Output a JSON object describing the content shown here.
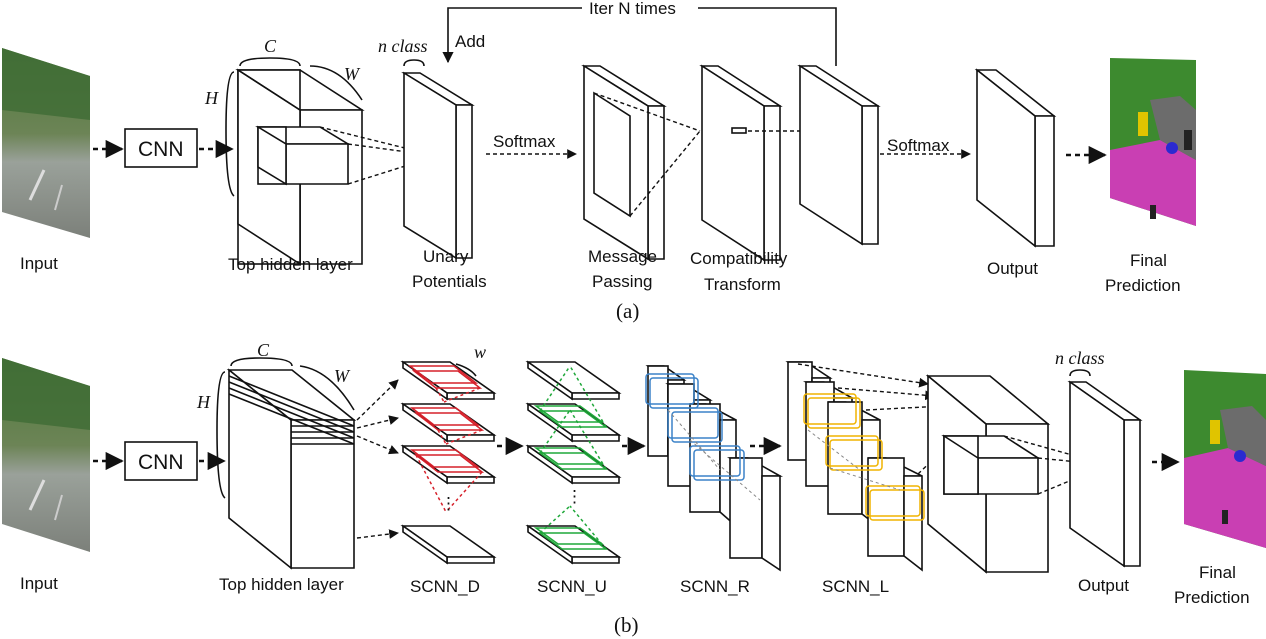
{
  "panel_a": {
    "caption": "(a)",
    "input_label": "Input",
    "cnn_label": "CNN",
    "dim_c": "C",
    "dim_h": "H",
    "dim_w": "W",
    "top_hidden_label": "Top hidden layer",
    "nclass_label": "n class",
    "add_label": "Add",
    "iter_label": "Iter N times",
    "unary_label_1": "Unary",
    "unary_label_2": "Potentials",
    "softmax_1": "Softmax",
    "message_label_1": "Message",
    "message_label_2": "Passing",
    "compat_label_1": "Compatibility",
    "compat_label_2": "Transform",
    "softmax_2": "Softmax",
    "output_label": "Output",
    "final_label_1": "Final",
    "final_label_2": "Prediction"
  },
  "panel_b": {
    "caption": "(b)",
    "input_label": "Input",
    "cnn_label": "CNN",
    "dim_c": "C",
    "dim_h": "H",
    "dim_w": "W",
    "dim_w_small": "w",
    "top_hidden_label": "Top hidden layer",
    "scnn_d": "SCNN_D",
    "scnn_u": "SCNN_U",
    "scnn_r": "SCNN_R",
    "scnn_l": "SCNN_L",
    "nclass_label": "n class",
    "output_label": "Output",
    "final_label_1": "Final",
    "final_label_2": "Prediction"
  },
  "colors": {
    "red": "#d6202a",
    "green": "#1fa83a",
    "blue": "#3b82c8",
    "yellow": "#f0b400",
    "magenta": "#c93fb3",
    "road_gray": "#8a8f86",
    "tree_green": "#3f6b34"
  }
}
